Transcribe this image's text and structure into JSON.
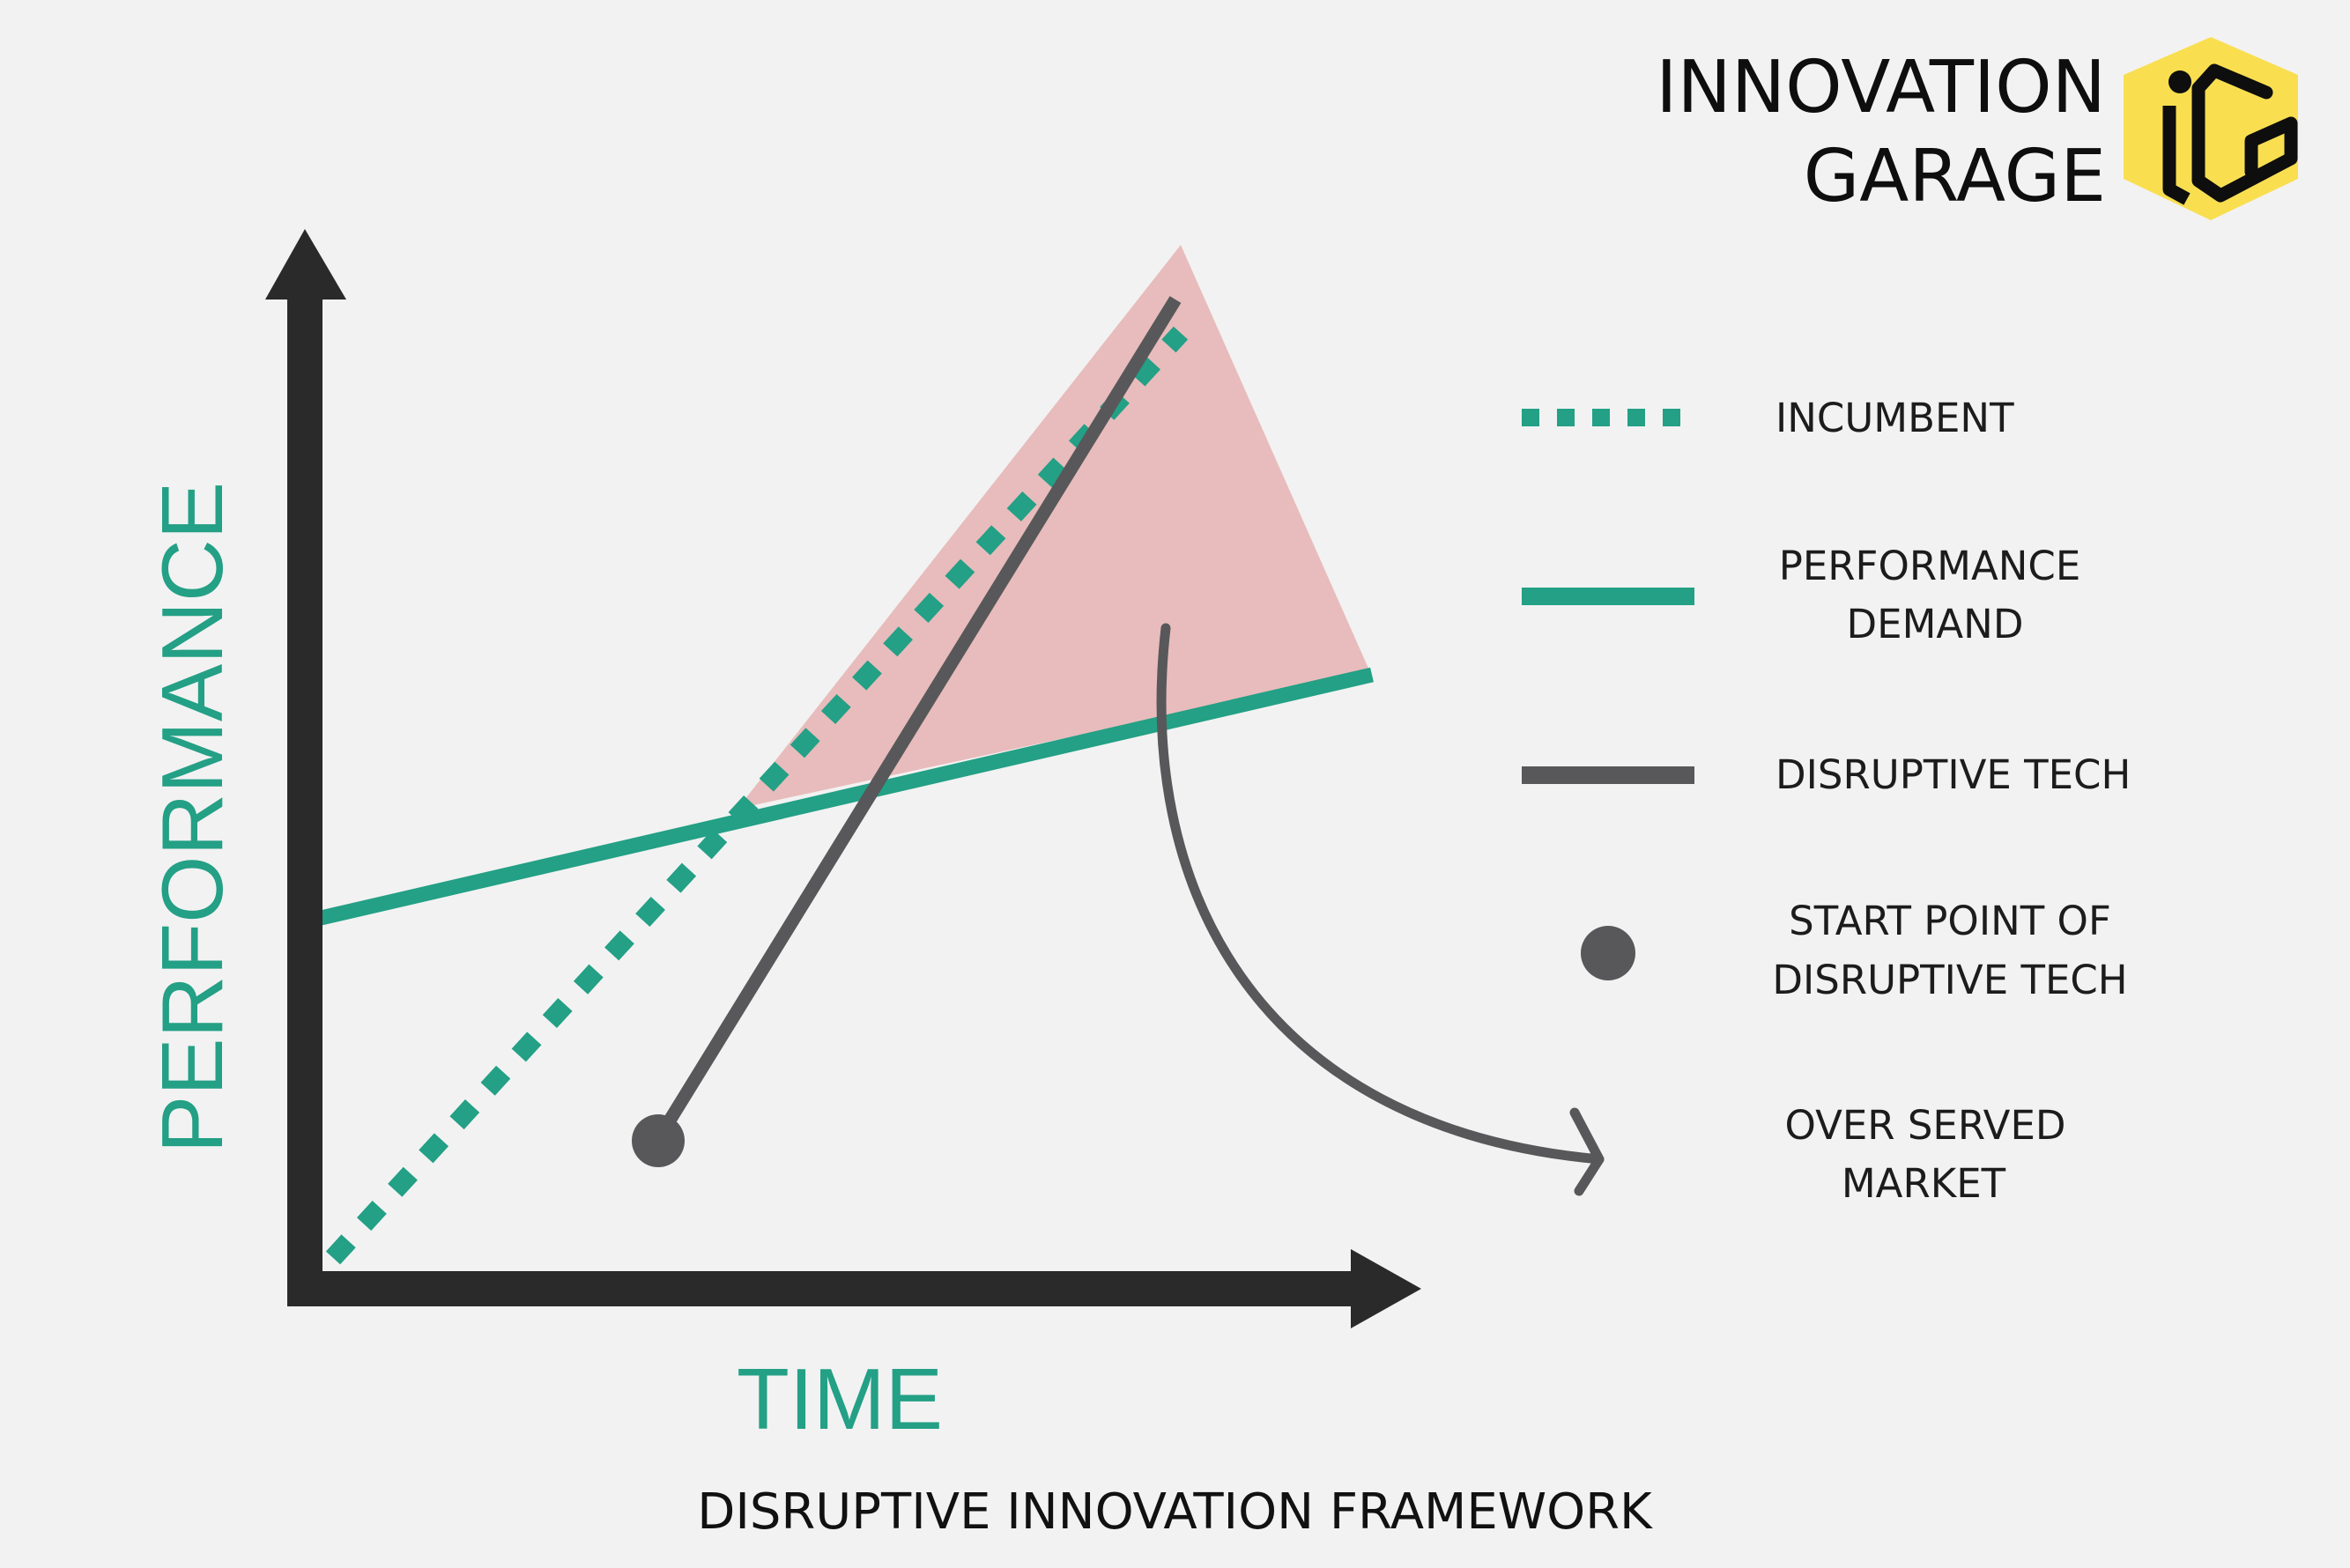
{
  "brand": {
    "line1": "INNOVATION",
    "line2": "GARAGE",
    "logo_letters": "IG",
    "logo_color": "#f9df50"
  },
  "axes": {
    "x_label": "TIME",
    "y_label": "PERFORMANCE"
  },
  "legend": {
    "incumbent": "INCUMBENT",
    "performance_demand_line1": "PERFORMANCE",
    "performance_demand_line2": "DEMAND",
    "disruptive_tech": "DISRUPTIVE TECH",
    "start_point_line1": "START POINT OF",
    "start_point_line2": "DISRUPTIVE TECH",
    "over_served_line1": "OVER SERVED",
    "over_served_line2": "MARKET"
  },
  "caption": "DISRUPTIVE INNOVATION FRAMEWORK",
  "colors": {
    "teal": "#23a085",
    "dark_gray": "#58585a",
    "axis": "#2a2a2a",
    "overserved_fill": "#e8bcbc",
    "background": "#f2f2f2"
  }
}
